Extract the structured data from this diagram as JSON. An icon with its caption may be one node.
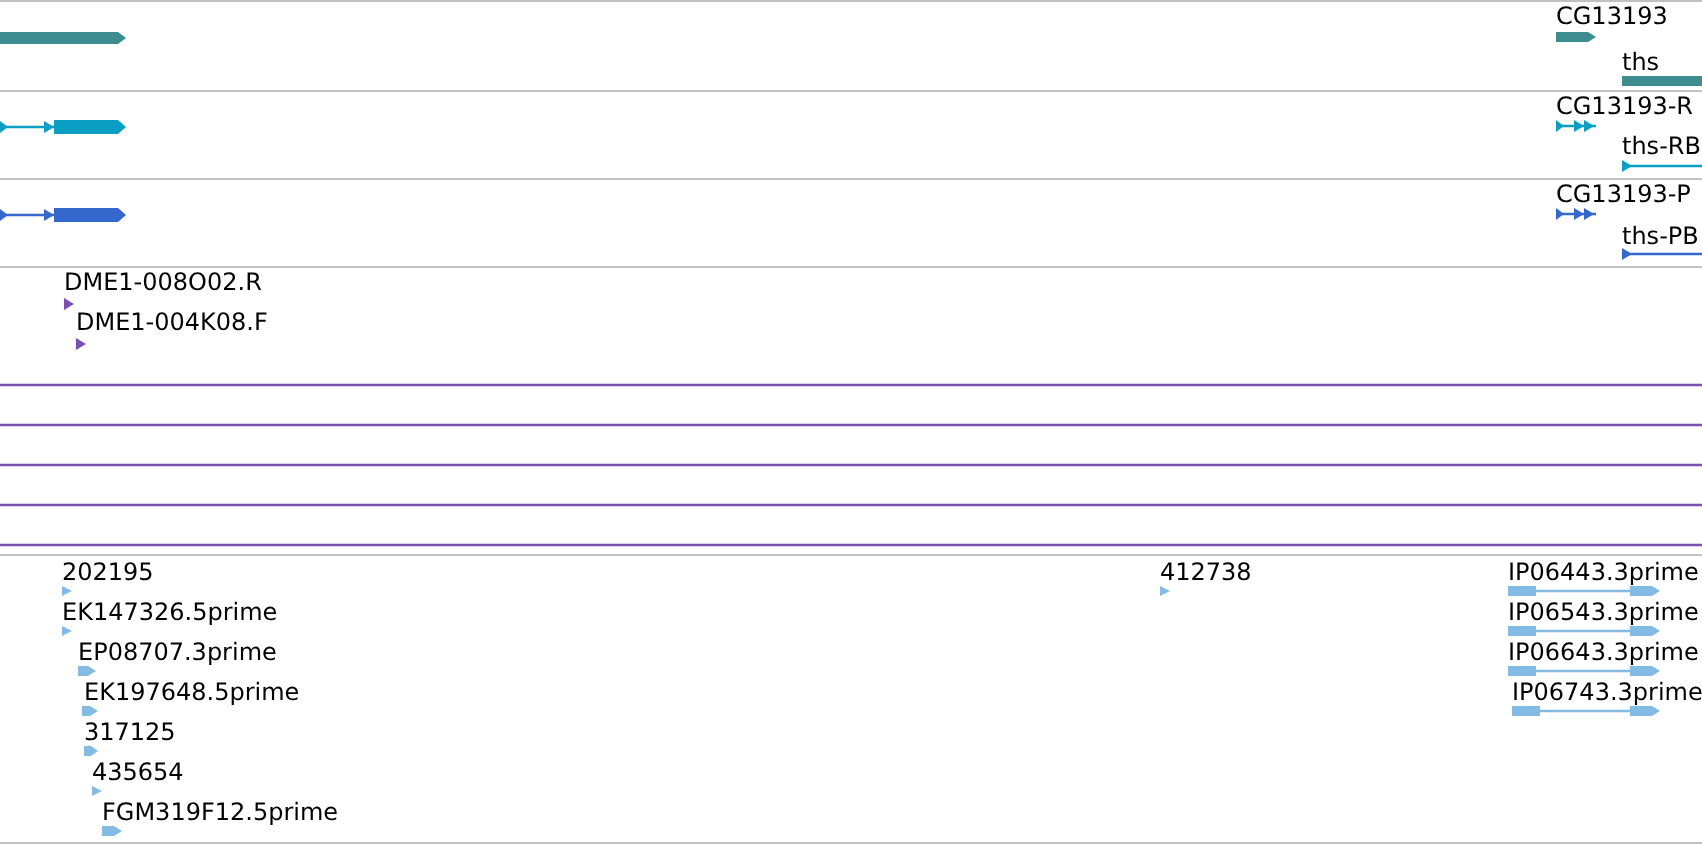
{
  "diagram": {
    "nodes": [
      {
        "text": [],
        "shape": "bar"
      },
      {
        "text": [
          "CG13193"
        ]
      },
      {
        "text": [
          "ths"
        ]
      },
      {
        "text": [],
        "shape": "bar"
      },
      {
        "text": [
          "CG13193-R"
        ]
      },
      {
        "text": [
          "ths-RB"
        ]
      },
      {
        "text": [],
        "shape": "bar"
      },
      {
        "text": [
          "CG13193-P"
        ]
      },
      {
        "text": [
          "ths-PB"
        ]
      },
      {
        "text": [
          "DME1-008O02.R"
        ]
      },
      {
        "text": [
          "DME1-004K08.F"
        ]
      },
      {
        "text": [
          "202195"
        ]
      },
      {
        "text": [
          "EK147326.5prime"
        ]
      },
      {
        "text": [
          "EP08707.3prime"
        ]
      },
      {
        "text": [
          "EK197648.5prime"
        ]
      },
      {
        "text": [
          "317125"
        ]
      },
      {
        "text": [
          "435654"
        ]
      },
      {
        "text": [
          "FGM319F12.5prime"
        ]
      },
      {
        "text": [
          "412738"
        ]
      },
      {
        "text": [
          "IP06443.3prime"
        ]
      },
      {
        "text": [
          "IP06543.3prime"
        ]
      },
      {
        "text": [
          "IP06643.3prime"
        ]
      },
      {
        "text": [
          "IP06743.3prime"
        ]
      }
    ]
  }
}
